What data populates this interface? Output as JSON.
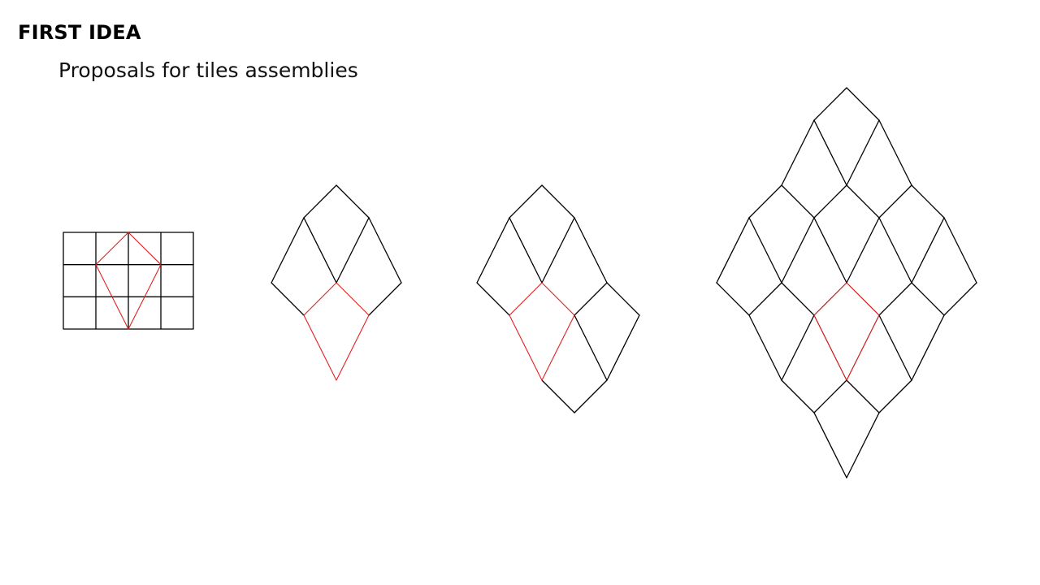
{
  "slide": {
    "title": "FIRST IDEA",
    "subtitle": "Proposals for tiles assemblies"
  },
  "colors": {
    "line": "#000000",
    "highlight": "#e02020"
  },
  "figures": [
    {
      "id": "grid-kite",
      "description_key": "grid"
    },
    {
      "id": "assembly-1",
      "description_key": "assembly"
    },
    {
      "id": "assembly-2",
      "description_key": "assembly"
    },
    {
      "id": "assembly-3",
      "description_key": "assembly"
    }
  ]
}
